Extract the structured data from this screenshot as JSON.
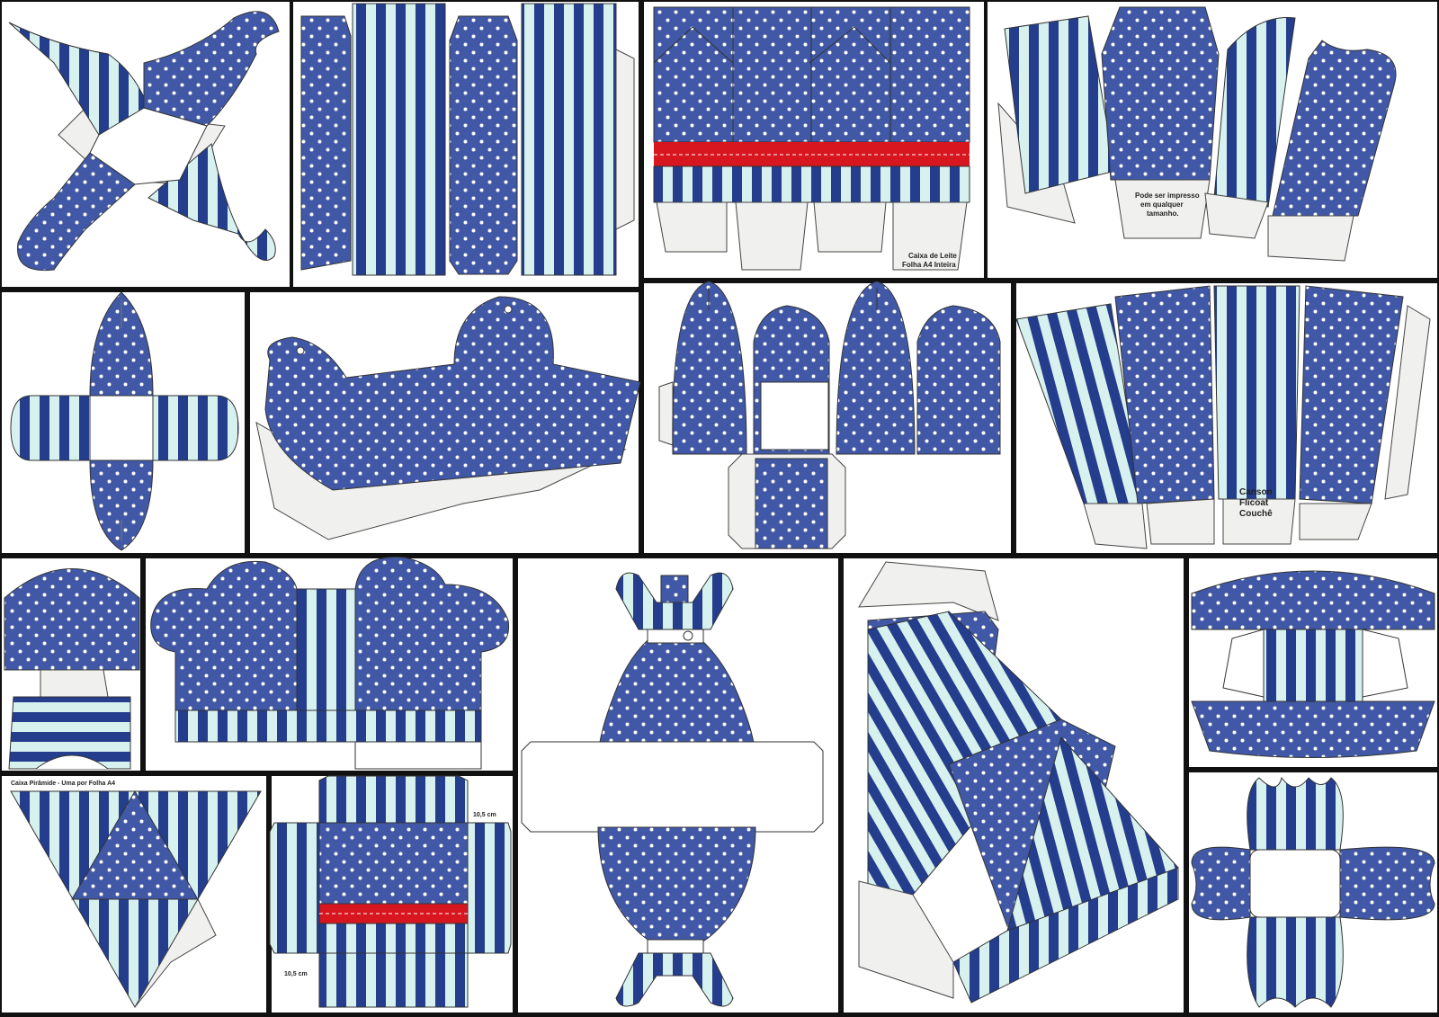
{
  "colors": {
    "blue": "#4058a5",
    "navy": "#243d8c",
    "stripe_light": "#d7f1ef",
    "dot": "#ffffff",
    "red": "#d7161f",
    "paper": "#ffffff",
    "tab": "#f0f0ee",
    "grid_line": "#111111"
  },
  "labels": {
    "milk_box_1": "Caixa de Leite",
    "milk_box_2": "Folha A4 Inteira",
    "popcorn_note_1": "Pode ser impresso",
    "popcorn_note_2": "em qualquer",
    "popcorn_note_3": "tamanho.",
    "paper_type_1": "Canson",
    "paper_type_2": "Flicoat",
    "paper_type_3": "Couchê",
    "pyramid_title": "Caixa Pirâmide - Uma por Folha A4",
    "size_top": "10,5 cm",
    "size_bottom": "10,5 cm"
  },
  "icons": [
    "flower-icon"
  ]
}
